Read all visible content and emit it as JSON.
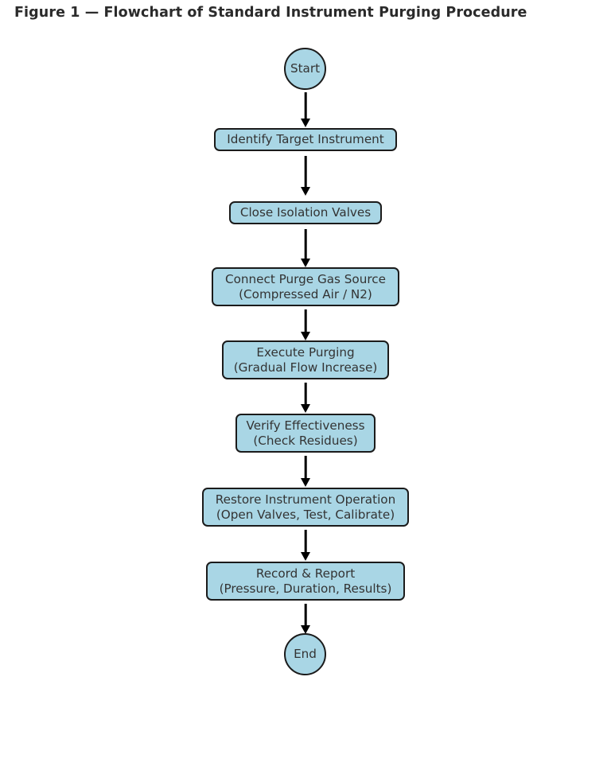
{
  "figure": {
    "title": "Figure 1 — Flowchart of Standard Instrument Purging Procedure",
    "colors": {
      "node_fill": "#a9d6e5",
      "node_border": "#1b1b1b",
      "node_text": "#333333",
      "title_text": "#2b2b2b",
      "arrow": "#000000",
      "background": "#ffffff"
    }
  },
  "chart_data": {
    "type": "diagram",
    "diagram_type": "flowchart",
    "orientation": "top-to-bottom",
    "title": "Figure 1 — Flowchart of Standard Instrument Purging Procedure",
    "nodes": [
      {
        "id": "start",
        "shape": "circle",
        "lines": [
          "Start"
        ]
      },
      {
        "id": "identify",
        "shape": "rounded-rectangle",
        "lines": [
          "Identify Target Instrument"
        ]
      },
      {
        "id": "close",
        "shape": "rounded-rectangle",
        "lines": [
          "Close Isolation Valves"
        ]
      },
      {
        "id": "connect",
        "shape": "rounded-rectangle",
        "lines": [
          "Connect Purge Gas Source",
          "(Compressed Air / N2)"
        ]
      },
      {
        "id": "execute",
        "shape": "rounded-rectangle",
        "lines": [
          "Execute Purging",
          "(Gradual Flow Increase)"
        ]
      },
      {
        "id": "verify",
        "shape": "rounded-rectangle",
        "lines": [
          "Verify Effectiveness",
          "(Check Residues)"
        ]
      },
      {
        "id": "restore",
        "shape": "rounded-rectangle",
        "lines": [
          "Restore Instrument Operation",
          "(Open Valves, Test, Calibrate)"
        ]
      },
      {
        "id": "record",
        "shape": "rounded-rectangle",
        "lines": [
          "Record & Report",
          "(Pressure, Duration, Results)"
        ]
      },
      {
        "id": "end",
        "shape": "circle",
        "lines": [
          "End"
        ]
      }
    ],
    "edges": [
      {
        "from": "start",
        "to": "identify",
        "style": "arrow"
      },
      {
        "from": "identify",
        "to": "close",
        "style": "arrow"
      },
      {
        "from": "close",
        "to": "connect",
        "style": "arrow"
      },
      {
        "from": "connect",
        "to": "execute",
        "style": "arrow"
      },
      {
        "from": "execute",
        "to": "verify",
        "style": "arrow"
      },
      {
        "from": "verify",
        "to": "restore",
        "style": "arrow"
      },
      {
        "from": "restore",
        "to": "record",
        "style": "arrow"
      },
      {
        "from": "record",
        "to": "end",
        "style": "arrow"
      }
    ],
    "node_count": 9,
    "edge_count": 8
  },
  "nodes": {
    "start": {
      "line1": "Start"
    },
    "identify": {
      "line1": "Identify Target Instrument"
    },
    "close": {
      "line1": "Close Isolation Valves"
    },
    "connect": {
      "line1": "Connect Purge Gas Source",
      "line2": "(Compressed Air / N2)"
    },
    "execute": {
      "line1": "Execute Purging",
      "line2": "(Gradual Flow Increase)"
    },
    "verify": {
      "line1": "Verify Effectiveness",
      "line2": "(Check Residues)"
    },
    "restore": {
      "line1": "Restore Instrument Operation",
      "line2": "(Open Valves, Test, Calibrate)"
    },
    "record": {
      "line1": "Record & Report",
      "line2": "(Pressure, Duration, Results)"
    },
    "end": {
      "line1": "End"
    }
  }
}
